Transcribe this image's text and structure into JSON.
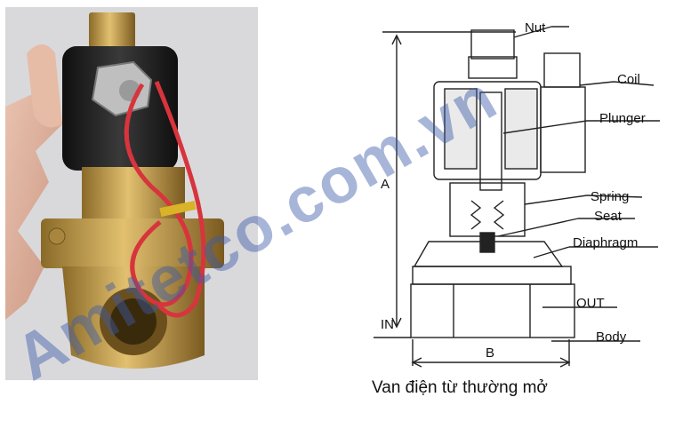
{
  "labels": {
    "nut": "Nut",
    "coil": "Coil",
    "plunger": "Plunger",
    "spring": "Spring",
    "seat": "Seat",
    "diaphragm": "Diaphragm",
    "out": "OUT",
    "in": "IN",
    "body": "Body",
    "dim_a": "A",
    "dim_b": "B"
  },
  "caption": "Van điện từ thường mở",
  "watermark": "Amitetco.com.vn",
  "colors": {
    "brass": "#c9a24a",
    "coil_black": "#1e1e1e",
    "wire_red": "#d8343d",
    "watermark": "#3b5aa8"
  }
}
